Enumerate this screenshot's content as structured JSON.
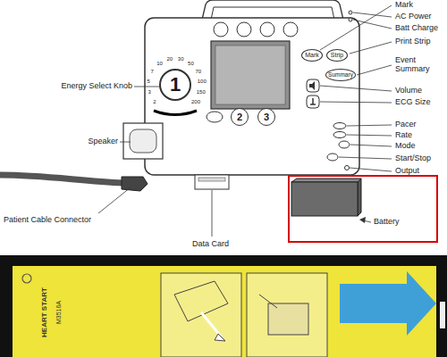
{
  "diagram": {
    "nodes": [
      {
        "text": [
          "Mark"
        ]
      },
      {
        "text": [
          "Strip"
        ]
      },
      {
        "text": [
          "Summary"
        ]
      },
      {
        "text": [
          "2"
        ]
      },
      {
        "text": [
          "3"
        ]
      },
      {
        "text": [
          "1"
        ]
      },
      {
        "text": [
          "Battery"
        ]
      }
    ],
    "labels": [
      "Mark",
      "AC Power",
      "Batt Charge",
      "Print Strip",
      "Event Summary",
      "Volume",
      "ECG Size",
      "Pacer",
      "Rate",
      "Mode",
      "Start/Stop",
      "Output",
      "Energy Select Knob",
      "Speaker",
      "Patient Cable Connector",
      "Data Card",
      "2",
      "3",
      "5",
      "7",
      "10",
      "20",
      "30",
      "50",
      "70",
      "100",
      "150",
      "200",
      "HEART START",
      "M3516A"
    ]
  }
}
